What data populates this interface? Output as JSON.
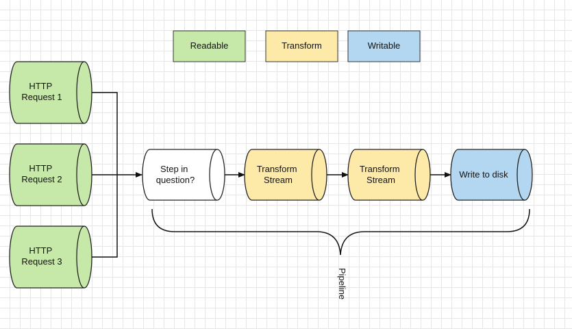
{
  "legend": [
    {
      "label": "Readable",
      "color": "#c6e8a8"
    },
    {
      "label": "Transform",
      "color": "#fde9a8"
    },
    {
      "label": "Writable",
      "color": "#b3d7f0"
    }
  ],
  "requests": [
    {
      "lines": [
        "HTTP",
        "Request 1"
      ],
      "color": "#c6e8a8"
    },
    {
      "lines": [
        "HTTP",
        "Request 2"
      ],
      "color": "#c6e8a8"
    },
    {
      "lines": [
        "HTTP",
        "Request 3"
      ],
      "color": "#c6e8a8"
    }
  ],
  "stages": [
    {
      "lines": [
        "Step in",
        "question?"
      ],
      "color": "#ffffff"
    },
    {
      "lines": [
        "Transform",
        "Stream"
      ],
      "color": "#fde9a8"
    },
    {
      "lines": [
        "Transform",
        "Stream"
      ],
      "color": "#fde9a8"
    },
    {
      "lines": [
        "Write to disk"
      ],
      "color": "#b3d7f0"
    }
  ],
  "pipeline_label": "Pipeline"
}
